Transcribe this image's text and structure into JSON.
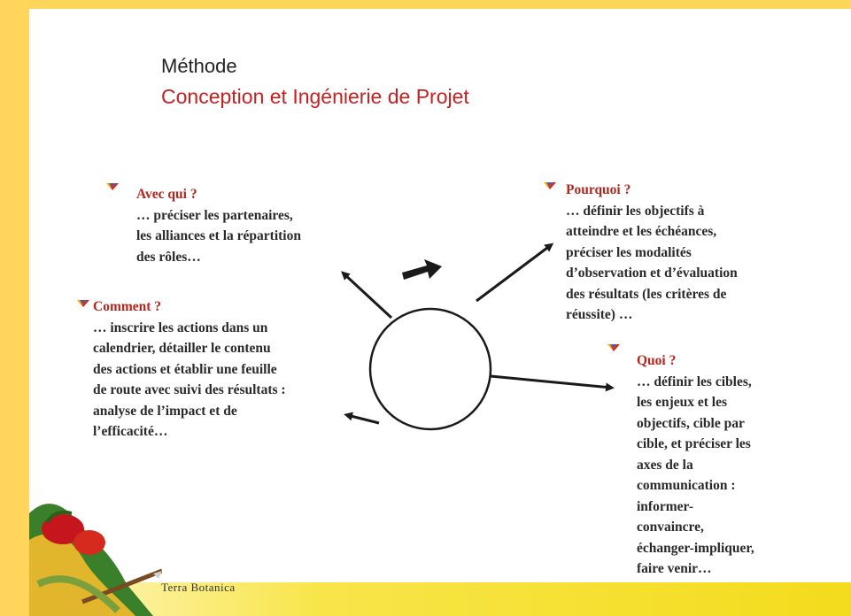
{
  "header": {
    "title": "Méthode",
    "subtitle": "Conception et Ingénierie de Projet"
  },
  "sections": {
    "avec_qui": {
      "heading": "Avec qui ?",
      "body": "… préciser les partenaires,\nles alliances et la répartition\ndes rôles…"
    },
    "comment": {
      "heading": "Comment ?",
      "body": "… inscrire les actions dans un\ncalendrier,  détailler le contenu\ndes actions et établir une feuille\nde route avec suivi des résultats :\nanalyse de l’impact et de\nl’efficacité…"
    },
    "pourquoi": {
      "heading": "Pourquoi ?",
      "body": "… définir les objectifs à\natteindre et les échéances,\npréciser les modalités\nd’observation et d’évaluation\ndes résultats (les critères de\nréussite) …"
    },
    "quoi": {
      "heading": "Quoi ?",
      "body": " … définir les cibles,\nles enjeux et les\nobjectifs, cible par\ncible, et préciser les\naxes de la\ncommunication :\ninformer-\nconvaincre,\néchanger-impliquer,\nfaire venir…"
    }
  },
  "footer": {
    "logo_text": "Terra Botanica"
  },
  "colors": {
    "frame": "#ffd55c",
    "accent_red": "#c81f1f",
    "text": "#2a2a2a"
  }
}
